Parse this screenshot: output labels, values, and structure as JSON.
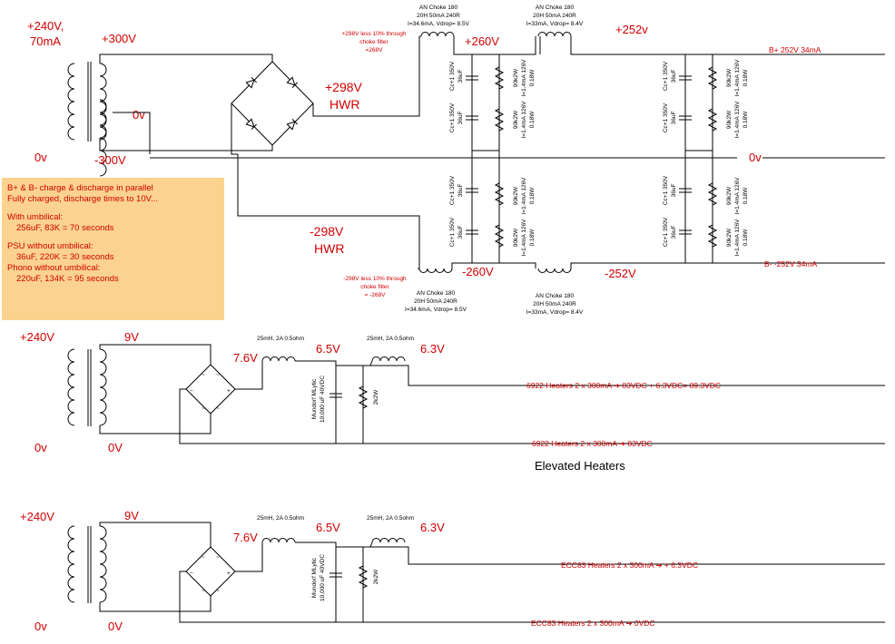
{
  "psu_hv": {
    "primary_v": "+240V,",
    "primary_i": "70mA",
    "primary_zero": "0v",
    "secondary_top": "+300V",
    "secondary_mid": "0v",
    "secondary_bot": "-300V",
    "hwr_pos_v": "+298V",
    "hwr_pos": "HWR",
    "hwr_neg_v": "-298V",
    "hwr_neg": "HWR",
    "choke_note_top": [
      "+298V less 10% through",
      "choke filter",
      "=268V"
    ],
    "choke_note_bot": [
      "-298V less 10% through",
      "choke filter",
      "= -268V"
    ],
    "choke1_top": [
      "AN Choke 180",
      "20H 50mA 240R",
      "I=34.6mA, Vdrop= 8.5V"
    ],
    "choke2_top": [
      "AN Choke 180",
      "20H 50mA 240R",
      "I=33mA, Vdrop= 8.4V"
    ],
    "choke1_bot": [
      "AN Choke 180",
      "20H 50mA 240R",
      "I=34.6mA, Vdrop= 8.5V"
    ],
    "choke2_bot": [
      "AN Choke 180",
      "20H 50mA 240R",
      "I=33mA, Vdrop= 8.4V"
    ],
    "v_pos_260": "+260V",
    "v_pos_252": "+252v",
    "v_neg_260": "-260V",
    "v_neg_252": "-252V",
    "zero_rail": "0v",
    "out_pos": "B+ 252V 34mA",
    "out_neg": "B- -252V 34mA",
    "cap_label": [
      "Cc+1 350V",
      "36uF"
    ],
    "res_label": [
      "90k2W",
      "I=1.4mA 126V",
      "0.18W"
    ]
  },
  "note": {
    "line1": "B+ & B- charge & discharge in parallel",
    "line2": "Fully charged, discharge times to 10V...",
    "line3": "With umbilical:",
    "line4": "256uF, 83K = 70 seconds",
    "line5": "PSU without umbilical:",
    "line6": "36uF, 220K = 30 seconds",
    "line7": "Phono without umbilical:",
    "line8": "220uF, 134K = 95 seconds"
  },
  "heater1": {
    "primary": "+240V",
    "primary_zero": "0v",
    "secondary": "9V",
    "secondary_zero": "0V",
    "v_rect": "7.6V",
    "v_mid": "6.5V",
    "v_out": "6.3V",
    "choke_a": "25mH, 2A 0.5ohm",
    "choke_b": "25mH, 2A 0.5ohm",
    "cap_a": "Mundorf MLytic",
    "cap_b": "10,000 uF 40VDC",
    "res": "2k2W",
    "out_top": "6922 Heaters 2 x 300mA ➔ 83VDC + 6.3VDC= 89.3VDC",
    "out_bot": "6922 Heaters 2 x 300mA ➔ 83VDC"
  },
  "elevated_title": "Elevated Heaters",
  "heater2": {
    "primary": "+240V",
    "primary_zero": "0v",
    "secondary": "9V",
    "secondary_zero": "0V",
    "v_rect": "7.6V",
    "v_mid": "6.5V",
    "v_out": "6.3V",
    "choke_a": "25mH, 2A 0.5ohm",
    "choke_b": "25mH, 2A 0.5ohm",
    "cap_a": "Mundorf MLytic",
    "cap_b": "10,000 uF 40VDC",
    "res": "2k2W",
    "out_top": "ECC83 Heaters 2 x 300mA ➔ + 6.3VDC",
    "out_bot": "ECC83 Heaters 2 x 300mA ➔ 0VDC"
  }
}
